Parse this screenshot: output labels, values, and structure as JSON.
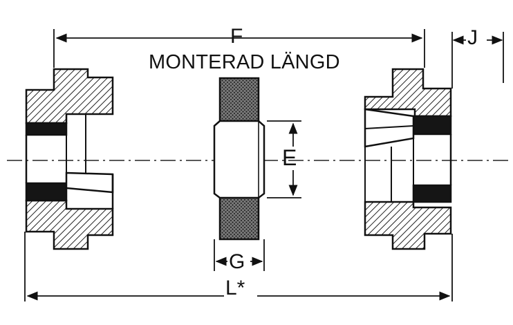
{
  "title": "MONTERAD LÄNGD",
  "dimensions": {
    "F": "F",
    "J": "J",
    "E": "E",
    "G": "G",
    "L": "L*"
  },
  "colors": {
    "ink": "#111111",
    "paper": "#ffffff",
    "hatch": "#222222",
    "elastomer": "#6a6a6a",
    "rubber_ring": "#151515"
  }
}
